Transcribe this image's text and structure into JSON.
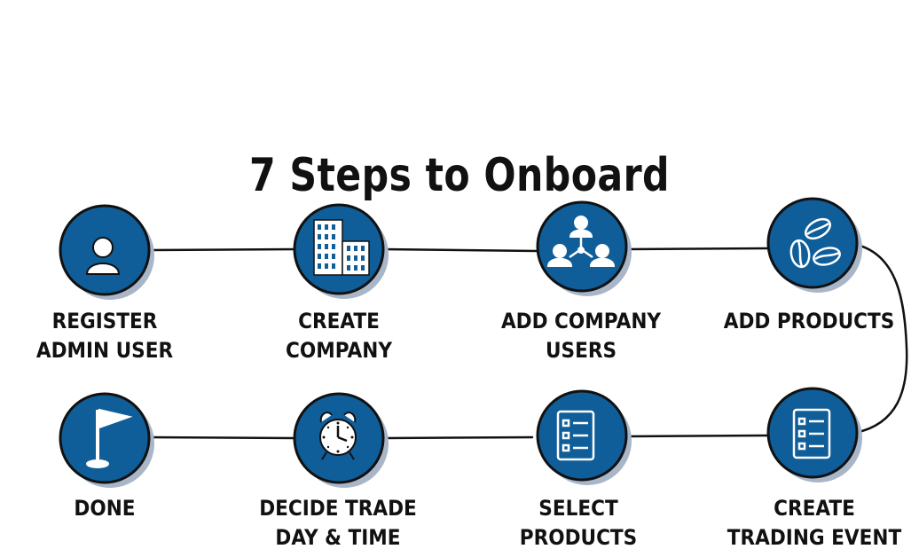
{
  "title": "7 Steps to Onboard",
  "colors": {
    "circle": "#0f5e99",
    "shadow": "#a9b6c8",
    "ink": "#111111",
    "icon": "#ffffff"
  },
  "steps": [
    {
      "label": "Register Admin User",
      "icon": "user-icon"
    },
    {
      "label": "Create Company",
      "icon": "building-icon"
    },
    {
      "label": "Add Company Users",
      "icon": "team-icon"
    },
    {
      "label": "Add Products",
      "icon": "coffee-beans-icon"
    },
    {
      "label": "Create Trading Event",
      "icon": "checklist-icon"
    },
    {
      "label": "Select Products",
      "icon": "checklist-icon"
    },
    {
      "label": "Decide Trade Day & Time",
      "icon": "alarm-clock-icon"
    },
    {
      "label": "Done",
      "icon": "flag-icon"
    }
  ]
}
